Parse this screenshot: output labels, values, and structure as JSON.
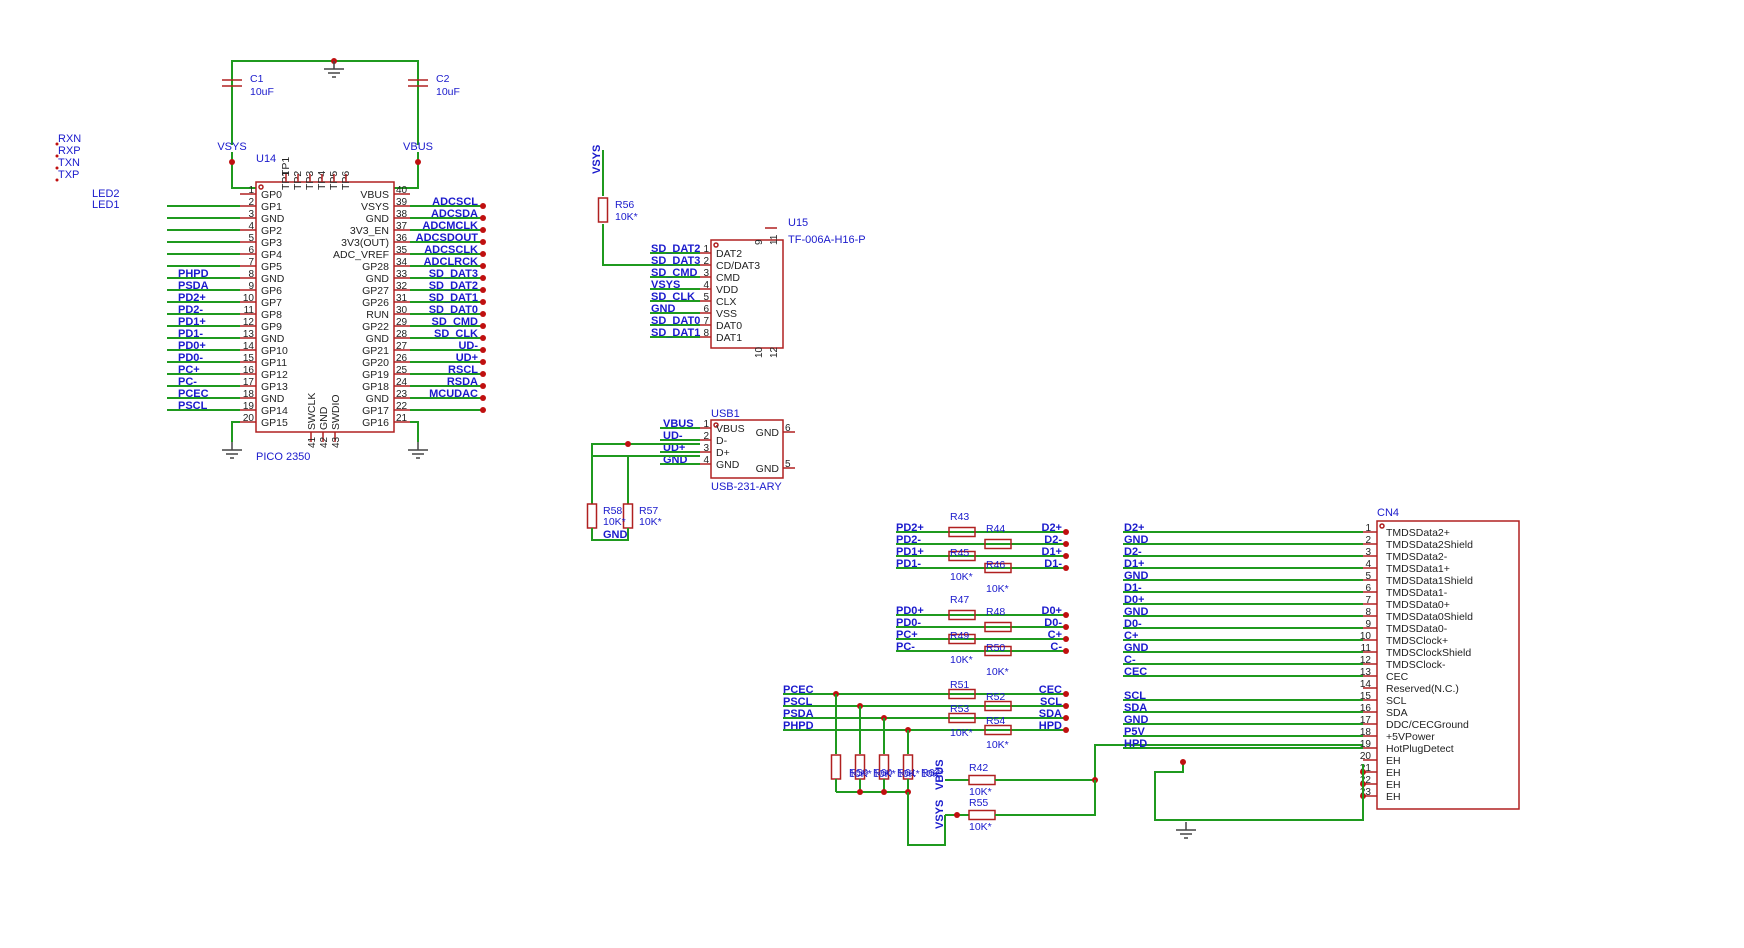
{
  "caps": [
    {
      "ref": "C1",
      "value": "10uF"
    },
    {
      "ref": "C2",
      "value": "10uF"
    }
  ],
  "rails": {
    "vsys": "VSYS",
    "vbus": "VBUS"
  },
  "misc_labels": [
    "RXN",
    "RXP",
    "TXN",
    "TXP",
    "LED2",
    "LED1"
  ],
  "u14": {
    "ref": "U14",
    "name": "PICO 2350",
    "tp_labels": [
      "TP1",
      "TP2",
      "TP3",
      "TP4",
      "TP5",
      "TP6"
    ],
    "left_pins": [
      {
        "num": "1",
        "name": "GP0",
        "net": ""
      },
      {
        "num": "2",
        "name": "GP1",
        "net": ""
      },
      {
        "num": "3",
        "name": "GND",
        "net": ""
      },
      {
        "num": "4",
        "name": "GP2",
        "net": ""
      },
      {
        "num": "5",
        "name": "GP3",
        "net": ""
      },
      {
        "num": "6",
        "name": "GP4",
        "net": ""
      },
      {
        "num": "7",
        "name": "GP5",
        "net": ""
      },
      {
        "num": "8",
        "name": "GND",
        "net": "PHPD"
      },
      {
        "num": "9",
        "name": "GP6",
        "net": "PSDA"
      },
      {
        "num": "10",
        "name": "GP7",
        "net": "PD2+"
      },
      {
        "num": "11",
        "name": "GP8",
        "net": "PD2-"
      },
      {
        "num": "12",
        "name": "GP9",
        "net": "PD1+"
      },
      {
        "num": "13",
        "name": "GND",
        "net": "PD1-"
      },
      {
        "num": "14",
        "name": "GP10",
        "net": "PD0+"
      },
      {
        "num": "15",
        "name": "GP11",
        "net": "PD0-"
      },
      {
        "num": "16",
        "name": "GP12",
        "net": "PC+"
      },
      {
        "num": "17",
        "name": "GP13",
        "net": "PC-"
      },
      {
        "num": "18",
        "name": "GND",
        "net": "PCEC"
      },
      {
        "num": "19",
        "name": "GP14",
        "net": "PSCL"
      },
      {
        "num": "20",
        "name": "GP15",
        "net": ""
      }
    ],
    "right_pins": [
      {
        "num": "40",
        "name": "VBUS",
        "net": ""
      },
      {
        "num": "39",
        "name": "VSYS",
        "net": "ADCSCL"
      },
      {
        "num": "38",
        "name": "GND",
        "net": "ADCSDA"
      },
      {
        "num": "37",
        "name": "3V3_EN",
        "net": "ADCMCLK"
      },
      {
        "num": "36",
        "name": "3V3(OUT)",
        "net": "ADCSDOUT"
      },
      {
        "num": "35",
        "name": "ADC_VREF",
        "net": "ADCSCLK"
      },
      {
        "num": "34",
        "name": "GP28",
        "net": "ADCLRCK"
      },
      {
        "num": "33",
        "name": "GND",
        "net": "SD_DAT3"
      },
      {
        "num": "32",
        "name": "GP27",
        "net": "SD_DAT2"
      },
      {
        "num": "31",
        "name": "GP26",
        "net": "SD_DAT1"
      },
      {
        "num": "30",
        "name": "RUN",
        "net": "SD_DAT0"
      },
      {
        "num": "29",
        "name": "GP22",
        "net": "SD_CMD"
      },
      {
        "num": "28",
        "name": "GND",
        "net": "SD_CLK"
      },
      {
        "num": "27",
        "name": "GP21",
        "net": "UD-"
      },
      {
        "num": "26",
        "name": "GP20",
        "net": "UD+"
      },
      {
        "num": "25",
        "name": "GP19",
        "net": "RSCL"
      },
      {
        "num": "24",
        "name": "GP18",
        "net": "RSDA"
      },
      {
        "num": "23",
        "name": "GND",
        "net": "MCUDAC"
      },
      {
        "num": "22",
        "name": "GP17",
        "net": ""
      },
      {
        "num": "21",
        "name": "GP16",
        "net": ""
      }
    ],
    "bottom_pins": [
      {
        "num": "41",
        "name": "SWCLK"
      },
      {
        "num": "42",
        "name": "GND"
      },
      {
        "num": "43",
        "name": "SWDIO"
      }
    ]
  },
  "r56": {
    "ref": "R56",
    "value": "10K*",
    "rail": "VSYS"
  },
  "u15": {
    "ref": "U15",
    "part": "TF-006A-H16-P",
    "top_pins": [
      "9",
      "11"
    ],
    "bottom_pins": [
      "10",
      "12"
    ],
    "pins": [
      {
        "num": "1",
        "name": "DAT2",
        "net": "SD_DAT2"
      },
      {
        "num": "2",
        "name": "CD/DAT3",
        "net": "SD_DAT3"
      },
      {
        "num": "3",
        "name": "CMD",
        "net": "SD_CMD"
      },
      {
        "num": "4",
        "name": "VDD",
        "net": "VSYS"
      },
      {
        "num": "5",
        "name": "CLX",
        "net": "SD_CLK"
      },
      {
        "num": "6",
        "name": "VSS",
        "net": "GND"
      },
      {
        "num": "7",
        "name": "DAT0",
        "net": "SD_DAT0"
      },
      {
        "num": "8",
        "name": "DAT1",
        "net": "SD_DAT1"
      }
    ]
  },
  "usb1": {
    "ref": "USB1",
    "part": "USB-231-ARY",
    "pins": [
      {
        "num": "1",
        "name": "VBUS",
        "net": "VBUS"
      },
      {
        "num": "2",
        "name": "D-",
        "net": "UD-"
      },
      {
        "num": "3",
        "name": "D+",
        "net": "UD+"
      },
      {
        "num": "4",
        "name": "GND",
        "net": "GND"
      }
    ],
    "right_pins": [
      {
        "num": "6",
        "name": "GND"
      },
      {
        "num": "5",
        "name": "GND"
      }
    ],
    "r58": {
      "ref": "R58",
      "value": "10K*"
    },
    "r57": {
      "ref": "R57",
      "value": "10K*"
    },
    "gnd_label": "GND"
  },
  "rgroup1": {
    "left_nets": [
      "PD2+",
      "PD2-",
      "PD1+",
      "PD1-"
    ],
    "right_nets": [
      "D2+",
      "D2-",
      "D1+",
      "D1-"
    ],
    "refs": [
      "R43",
      "R44",
      "R45",
      "R46"
    ],
    "value": "10K*"
  },
  "rgroup2": {
    "left_nets": [
      "PD0+",
      "PD0-",
      "PC+",
      "PC-"
    ],
    "right_nets": [
      "D0+",
      "D0-",
      "C+",
      "C-"
    ],
    "refs": [
      "R47",
      "R48",
      "R49",
      "R50"
    ],
    "value": "10K*"
  },
  "rgroup3": {
    "left_nets": [
      "PCEC",
      "PSCL",
      "PSDA",
      "PHPD"
    ],
    "right_nets": [
      "CEC",
      "SCL",
      "SDA",
      "HPD"
    ],
    "refs": [
      "R51",
      "R52",
      "R53",
      "R54"
    ],
    "value": "10K*"
  },
  "pullups": {
    "refs": [
      "R59",
      "R60",
      "R61",
      "R62"
    ],
    "value": "10K*",
    "r42": {
      "ref": "R42",
      "value": "10K*",
      "rail": "VBUS"
    },
    "r55": {
      "ref": "R55",
      "value": "10K*",
      "rail": "VSYS"
    }
  },
  "cn4": {
    "ref": "CN4",
    "pins": [
      {
        "num": "1",
        "name": "TMDSData2+",
        "net": "D2+"
      },
      {
        "num": "2",
        "name": "TMDSData2Shield",
        "net": "GND"
      },
      {
        "num": "3",
        "name": "TMDSData2-",
        "net": "D2-"
      },
      {
        "num": "4",
        "name": "TMDSData1+",
        "net": "D1+"
      },
      {
        "num": "5",
        "name": "TMDSData1Shield",
        "net": "GND"
      },
      {
        "num": "6",
        "name": "TMDSData1-",
        "net": "D1-"
      },
      {
        "num": "7",
        "name": "TMDSData0+",
        "net": "D0+"
      },
      {
        "num": "8",
        "name": "TMDSData0Shield",
        "net": "GND"
      },
      {
        "num": "9",
        "name": "TMDSData0-",
        "net": "D0-"
      },
      {
        "num": "10",
        "name": "TMDSClock+",
        "net": "C+"
      },
      {
        "num": "11",
        "name": "TMDSClockShield",
        "net": "GND"
      },
      {
        "num": "12",
        "name": "TMDSClock-",
        "net": "C-"
      },
      {
        "num": "13",
        "name": "CEC",
        "net": "CEC"
      },
      {
        "num": "14",
        "name": "Reserved(N.C.)",
        "net": ""
      },
      {
        "num": "15",
        "name": "SCL",
        "net": "SCL"
      },
      {
        "num": "16",
        "name": "SDA",
        "net": "SDA"
      },
      {
        "num": "17",
        "name": "DDC/CECGround",
        "net": "GND"
      },
      {
        "num": "18",
        "name": "+5VPower",
        "net": "P5V"
      },
      {
        "num": "19",
        "name": "HotPlugDetect",
        "net": "HPD"
      },
      {
        "num": "20",
        "name": "EH",
        "net": ""
      },
      {
        "num": "21",
        "name": "EH",
        "net": ""
      },
      {
        "num": "22",
        "name": "EH",
        "net": ""
      },
      {
        "num": "23",
        "name": "EH",
        "net": ""
      }
    ]
  }
}
